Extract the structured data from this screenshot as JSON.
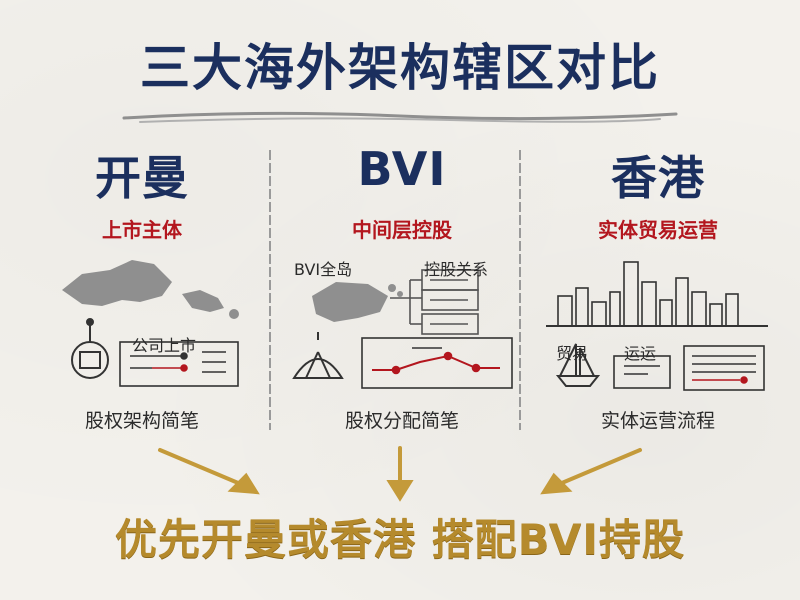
{
  "title": "三大海外架构辖区对比",
  "columns": [
    {
      "title": "开曼",
      "subtitle": "上市主体",
      "labels": [
        "公司上市"
      ],
      "caption": "股权架构简笔"
    },
    {
      "title": "BVI",
      "subtitle": "中间层控股",
      "labels": [
        "BVI全岛",
        "控股关系"
      ],
      "caption": "股权分配简笔"
    },
    {
      "title": "香港",
      "subtitle": "实体贸易运营",
      "labels": [
        "贸易",
        "运运"
      ],
      "caption": "实体运营流程"
    }
  ],
  "conclusion": "优先开曼或香港 搭配BVI持股",
  "colors": {
    "navy": "#1b2f5e",
    "red": "#b3161e",
    "gold": "#b58a2c",
    "gray": "#8f8f8f"
  },
  "icons": [
    "cayman-map-icon",
    "building-seal-icon",
    "org-chart-icon",
    "bvi-map-icon",
    "pie-tent-icon",
    "line-chart-icon",
    "skyline-icon",
    "sailboat-icon",
    "cargo-box-icon",
    "document-icon",
    "gold-arrow-icon"
  ]
}
